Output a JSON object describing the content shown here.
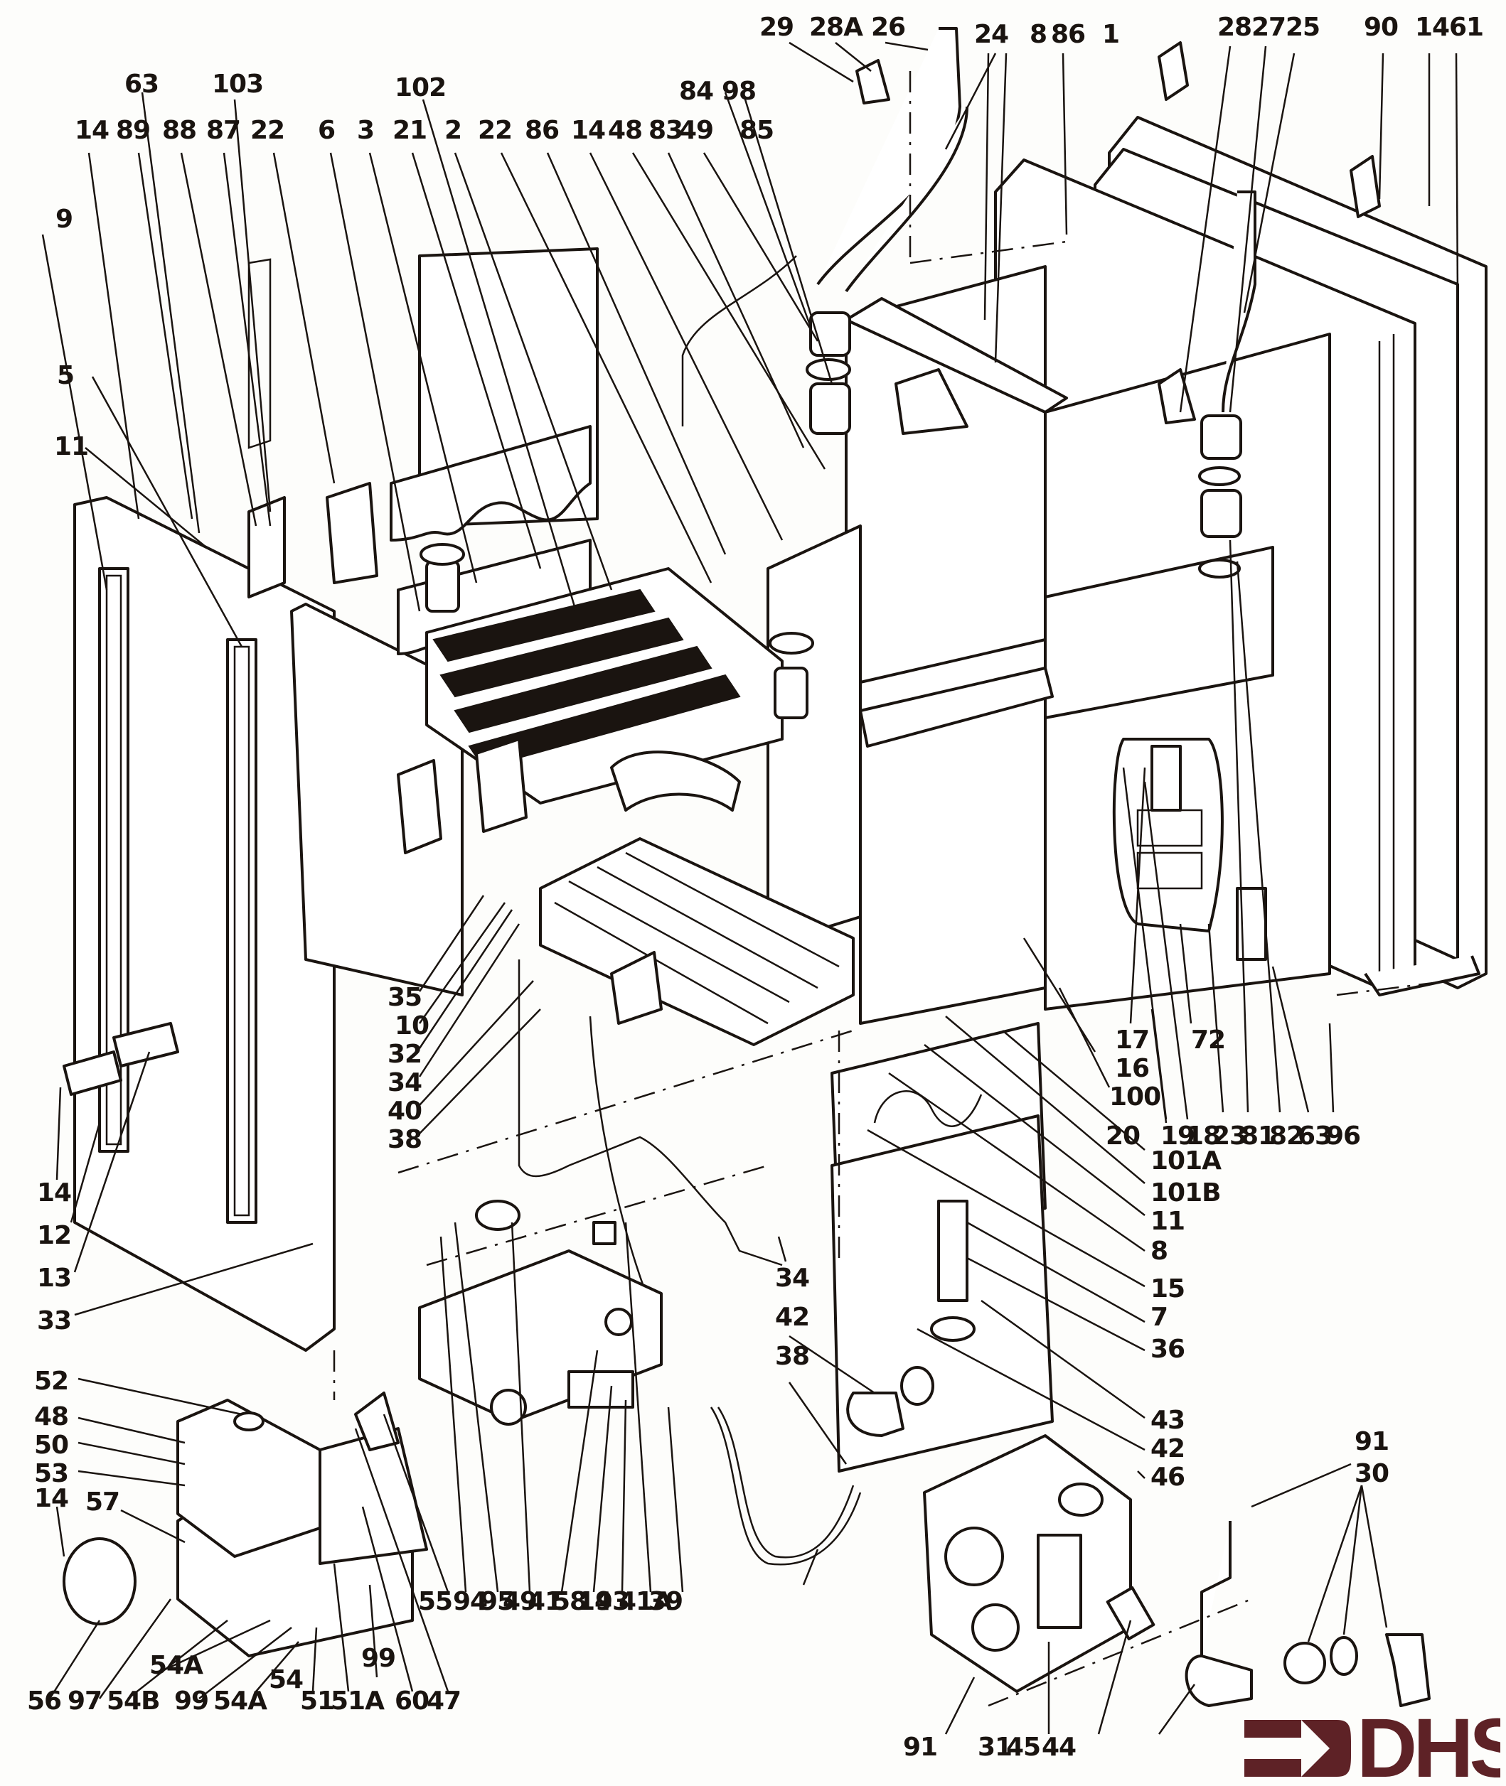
{
  "diagram": {
    "title": "Boiler exploded parts diagram",
    "brand": {
      "logo_text": "DHS",
      "logo_color": "#5e2226",
      "icon": "arrow-into-bracket-icon"
    },
    "line_color": "#1a1410",
    "background": "#fdfdfb"
  },
  "labels": {
    "top_row_right": [
      "29",
      "28A",
      "26",
      "24",
      "8",
      "86",
      "1",
      "28",
      "27",
      "25",
      "90",
      "14",
      "61"
    ],
    "upper_row_left_high": [
      "63",
      "103",
      "102",
      "84",
      "98"
    ],
    "upper_row_left": [
      "14",
      "89",
      "88",
      "87",
      "22",
      "6",
      "3",
      "21",
      "2",
      "22",
      "86",
      "14",
      "48",
      "83",
      "49",
      "85"
    ],
    "left_column": [
      "9",
      "5",
      "11",
      "14",
      "12",
      "13",
      "33"
    ],
    "middle_left_column": [
      "35",
      "10",
      "32",
      "34",
      "40",
      "38"
    ],
    "right_lower_row": [
      "17",
      "16",
      "100",
      "72",
      "20",
      "19",
      "18",
      "23",
      "81",
      "82",
      "63",
      "96"
    ],
    "right_column_lower": [
      "101A",
      "101B",
      "11",
      "8",
      "15",
      "7",
      "36",
      "43",
      "42",
      "46"
    ],
    "center_column": [
      "34",
      "42",
      "38"
    ],
    "control_box_labels": [
      "52",
      "48",
      "50",
      "53",
      "14",
      "57"
    ],
    "bottom_row_left": [
      "56",
      "97",
      "54B",
      "54A",
      "99",
      "54A",
      "54",
      "51",
      "51A",
      "99",
      "60",
      "47"
    ],
    "bottom_row_center": [
      "55",
      "94",
      "95",
      "49",
      "41",
      "58",
      "14",
      "93",
      "41A",
      "39"
    ],
    "bottom_row_right": [
      "91",
      "31",
      "45",
      "44"
    ],
    "fittings_right": [
      "91",
      "30"
    ]
  }
}
